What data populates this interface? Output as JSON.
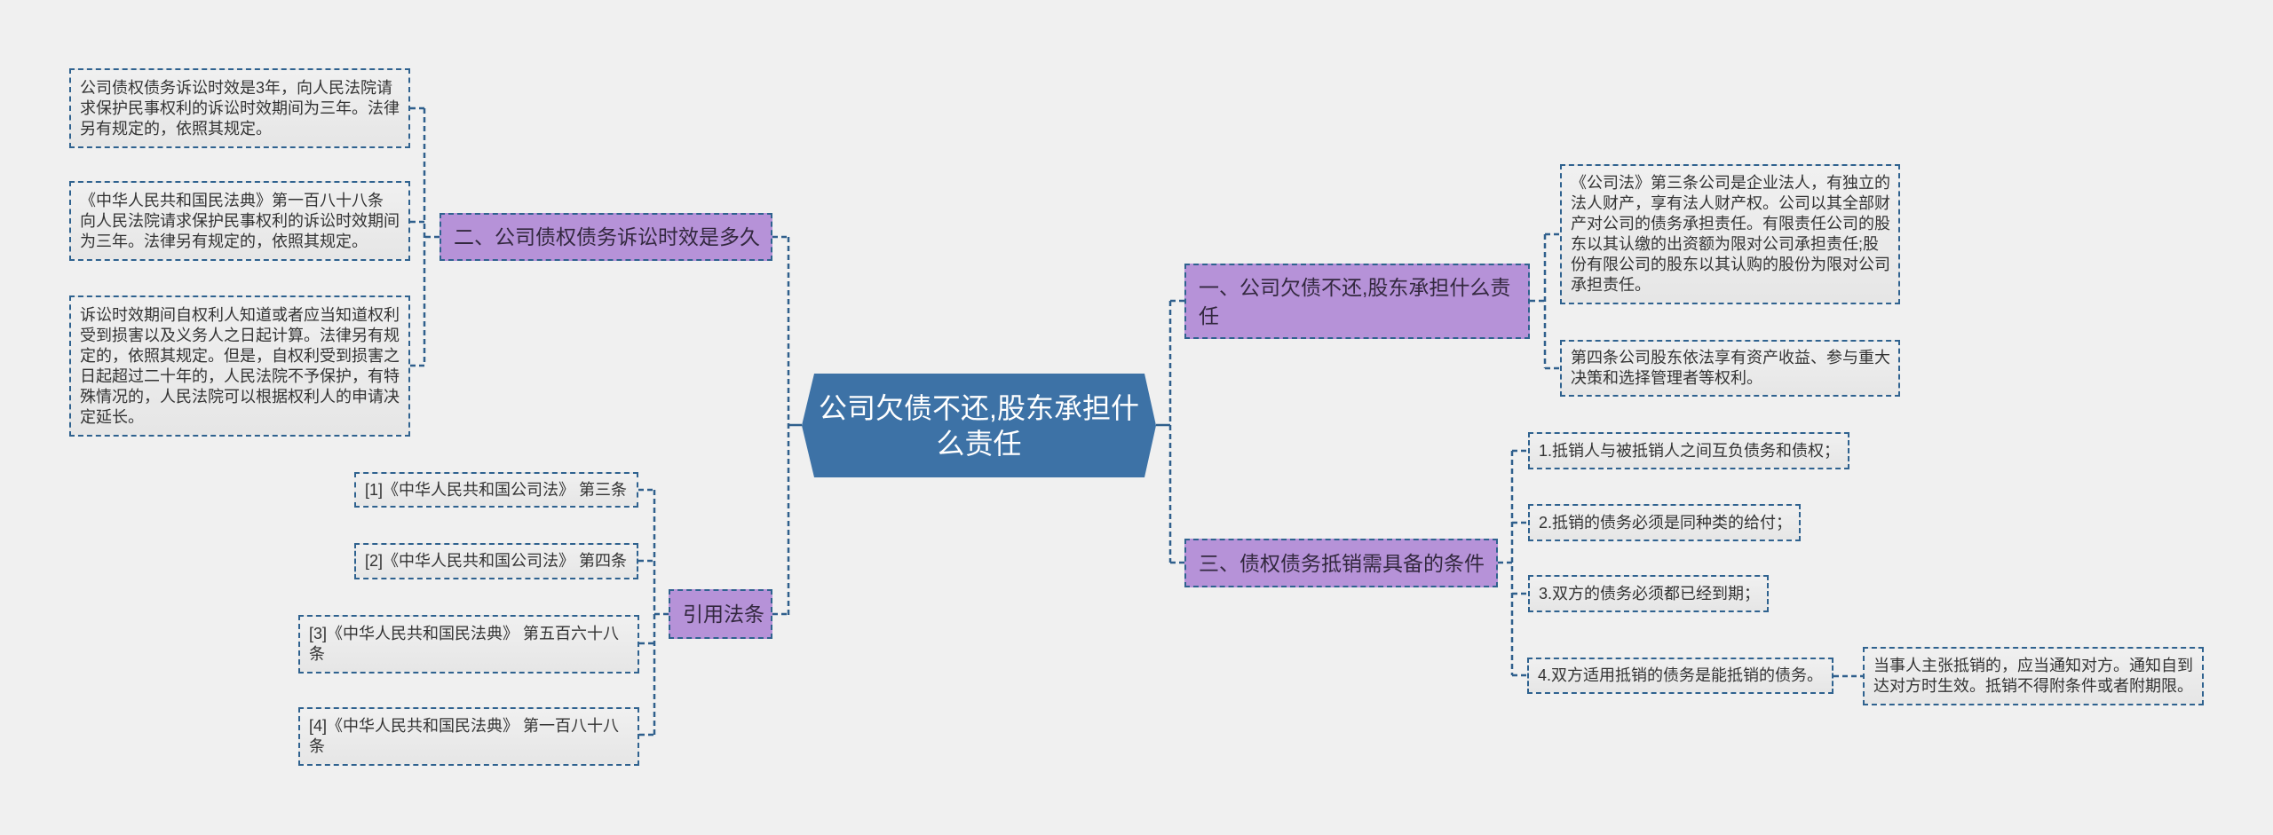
{
  "root": {
    "title": "公司欠债不还,股东承担什么责任"
  },
  "branches": {
    "shareholder_liability": {
      "label": "一、公司欠债不还,股东承担什么责任",
      "items": [
        "《公司法》第三条公司是企业法人，有独立的法人财产，享有法人财产权。公司以其全部财产对公司的债务承担责任。有限责任公司的股东以其认缴的出资额为限对公司承担责任;股份有限公司的股东以其认购的股份为限对公司承担责任。",
        "第四条公司股东依法享有资产收益、参与重大决策和选择管理者等权利。"
      ]
    },
    "statute_of_limitations": {
      "label": "二、公司债权债务诉讼时效是多久",
      "items": [
        "公司债权债务诉讼时效是3年，向人民法院请求保护民事权利的诉讼时效期间为三年。法律另有规定的，依照其规定。",
        "《中华人民共和国民法典》第一百八十八条\n向人民法院请求保护民事权利的诉讼时效期间为三年。法律另有规定的，依照其规定。",
        "诉讼时效期间自权利人知道或者应当知道权利受到损害以及义务人之日起计算。法律另有规定的，依照其规定。但是，自权利受到损害之日起超过二十年的，人民法院不予保护，有特殊情况的，人民法院可以根据权利人的申请决定延长。"
      ]
    },
    "set_off_conditions": {
      "label": "三、债权债务抵销需具备的条件",
      "items": [
        "1.抵销人与被抵销人之间互负债务和债权；",
        "2.抵销的债务必须是同种类的给付；",
        "3.双方的债务必须都已经到期；",
        "4.双方适用抵销的债务是能抵销的债务。"
      ],
      "note": "当事人主张抵销的，应当通知对方。通知自到达对方时生效。抵销不得附条件或者附期限。"
    },
    "cited_laws": {
      "label": "引用法条",
      "items": [
        "[1]《中华人民共和国公司法》 第三条",
        "[2]《中华人民共和国公司法》 第四条",
        "[3]《中华人民共和国民法典》 第五百六十八条",
        "[4]《中华人民共和国民法典》 第一百八十八条"
      ]
    }
  },
  "colors": {
    "background": "#f0f0f0",
    "root_fill": "#3d72a6",
    "root_text": "#ffffff",
    "branch_fill": "#b692d8",
    "leaf_fill": "#e9e9e9",
    "border_and_connector": "#2f5f8c",
    "text": "#333333"
  }
}
